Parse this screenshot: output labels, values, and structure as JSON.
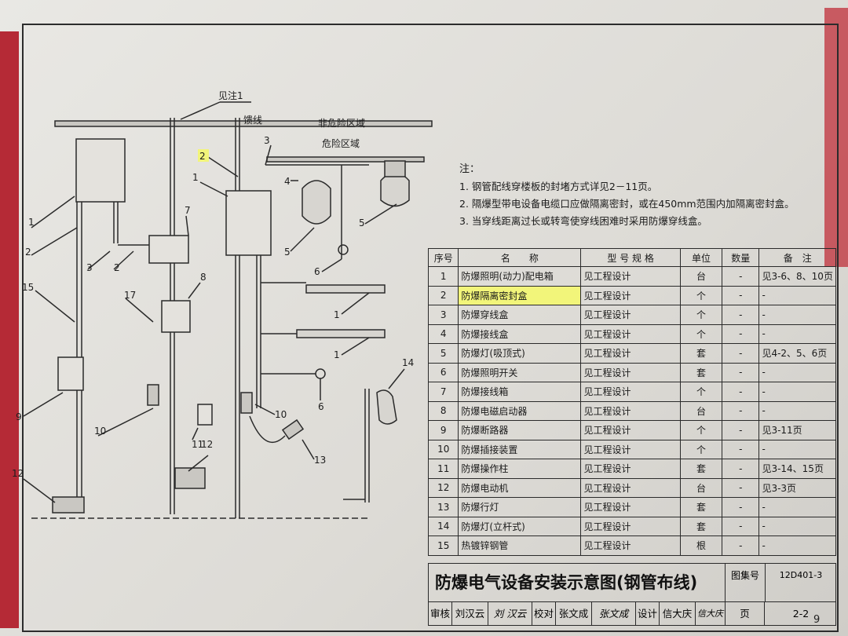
{
  "page_number": "9",
  "drawing": {
    "labels": {
      "note_ref": "见注1",
      "feeder": "馈线",
      "non_hazard": "非危险区域",
      "hazard": "危险区域"
    },
    "callouts": [
      "1",
      "2",
      "3",
      "2",
      "7",
      "15",
      "17",
      "8",
      "9",
      "10",
      "11",
      "12",
      "12",
      "1",
      "2",
      "3",
      "4",
      "5",
      "5",
      "6",
      "1",
      "1",
      "6",
      "10",
      "13",
      "14"
    ]
  },
  "notes": {
    "title": "注：",
    "items": [
      "1. 钢管配线穿楼板的封堵方式详见2－11页。",
      "2. 隔爆型带电设备电缆口应做隔离密封，或在450mm范围内加隔离密封盒。",
      "3. 当穿线距离过长或转弯使穿线困难时采用防爆穿线盒。"
    ]
  },
  "table": {
    "headers": [
      "序号",
      "名　　称",
      "型 号 规 格",
      "单位",
      "数量",
      "备　注"
    ],
    "rows": [
      [
        "1",
        "防爆照明(动力)配电箱",
        "见工程设计",
        "台",
        "-",
        "见3-6、8、10页"
      ],
      [
        "2",
        "防爆隔离密封盒",
        "见工程设计",
        "个",
        "-",
        "-"
      ],
      [
        "3",
        "防爆穿线盒",
        "见工程设计",
        "个",
        "-",
        "-"
      ],
      [
        "4",
        "防爆接线盒",
        "见工程设计",
        "个",
        "-",
        "-"
      ],
      [
        "5",
        "防爆灯(吸顶式)",
        "见工程设计",
        "套",
        "-",
        "见4-2、5、6页"
      ],
      [
        "6",
        "防爆照明开关",
        "见工程设计",
        "套",
        "-",
        "-"
      ],
      [
        "7",
        "防爆接线箱",
        "见工程设计",
        "个",
        "-",
        "-"
      ],
      [
        "8",
        "防爆电磁启动器",
        "见工程设计",
        "台",
        "-",
        "-"
      ],
      [
        "9",
        "防爆断路器",
        "见工程设计",
        "个",
        "-",
        "见3-11页"
      ],
      [
        "10",
        "防爆插接装置",
        "见工程设计",
        "个",
        "-",
        "-"
      ],
      [
        "11",
        "防爆操作柱",
        "见工程设计",
        "套",
        "-",
        "见3-14、15页"
      ],
      [
        "12",
        "防爆电动机",
        "见工程设计",
        "台",
        "-",
        "见3-3页"
      ],
      [
        "13",
        "防爆行灯",
        "见工程设计",
        "套",
        "-",
        "-"
      ],
      [
        "14",
        "防爆灯(立杆式)",
        "见工程设计",
        "套",
        "-",
        "-"
      ],
      [
        "15",
        "热镀锌钢管",
        "见工程设计",
        "根",
        "-",
        "-"
      ]
    ]
  },
  "title_block": {
    "title": "防爆电气设备安装示意图(钢管布线)",
    "atlas_label": "图集号",
    "atlas_no": "12D401-3",
    "page_label": "页",
    "page_no": "2-2",
    "audit_label": "审核",
    "auditor": "刘汉云",
    "auditor_sign": "刘 汉云",
    "check_label": "校对",
    "checker": "张文成",
    "checker_sign": "张文成",
    "design_label": "设计",
    "designer": "信大庆",
    "designer_sign": "信大庆"
  },
  "colors": {
    "highlight": "#f2f57a",
    "binding": "#b52a36"
  }
}
